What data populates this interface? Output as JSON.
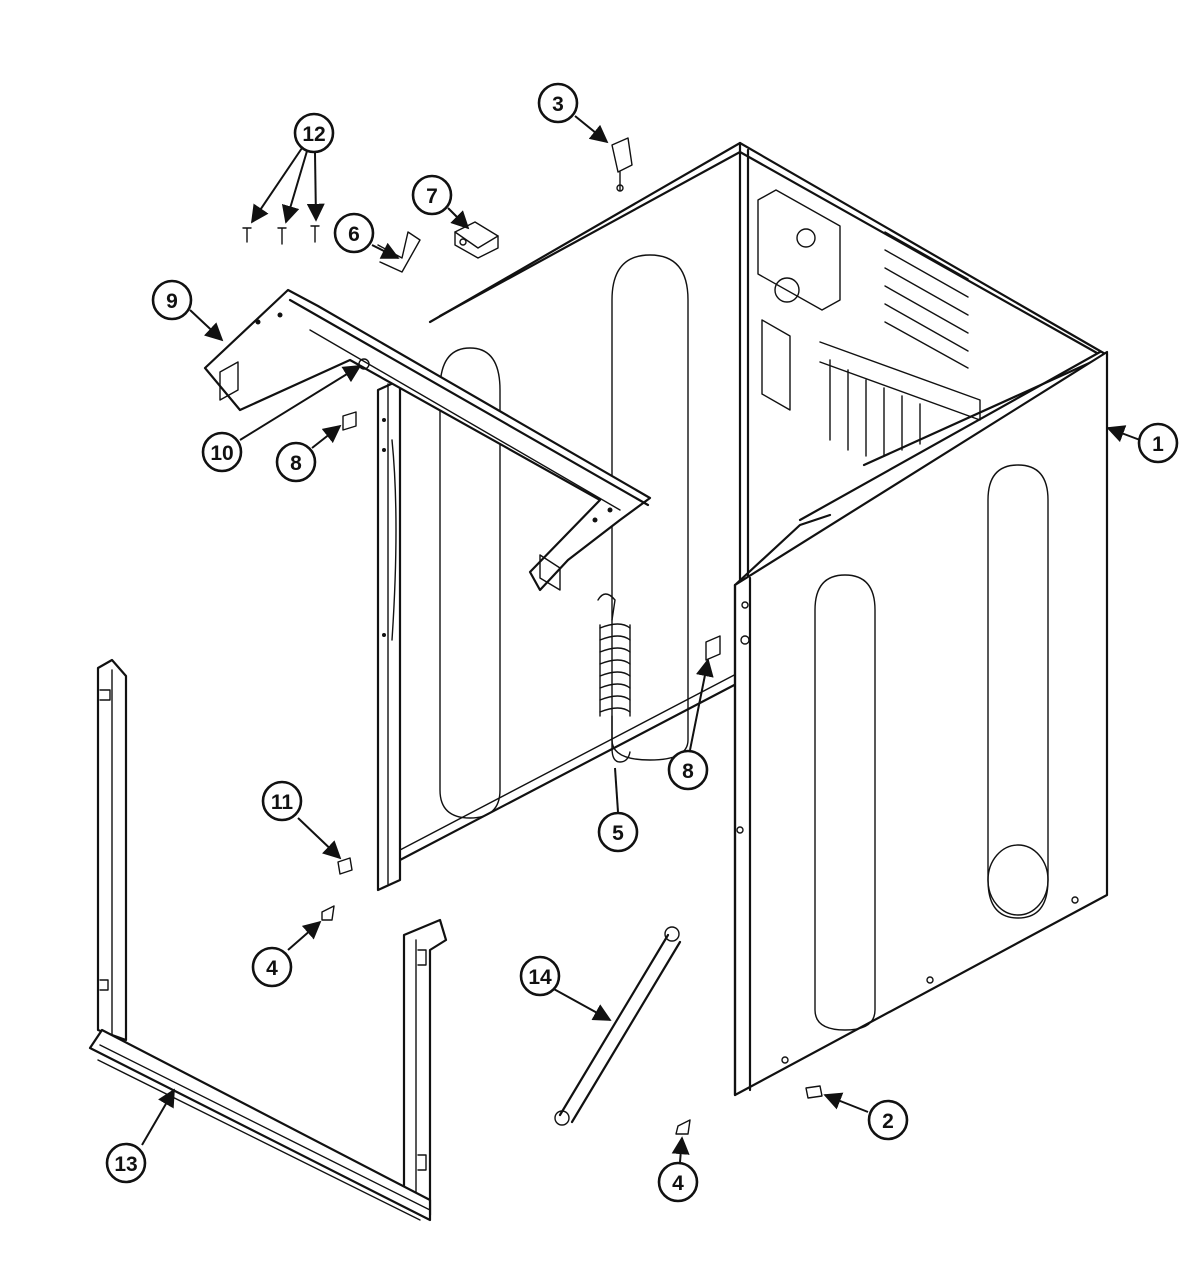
{
  "callouts": {
    "c1": "1",
    "c2": "2",
    "c3": "3",
    "c4a": "4",
    "c4b": "4",
    "c5": "5",
    "c6": "6",
    "c7": "7",
    "c8a": "8",
    "c8b": "8",
    "c9": "9",
    "c10": "10",
    "c11": "11",
    "c12": "12",
    "c13": "13",
    "c14": "14"
  }
}
